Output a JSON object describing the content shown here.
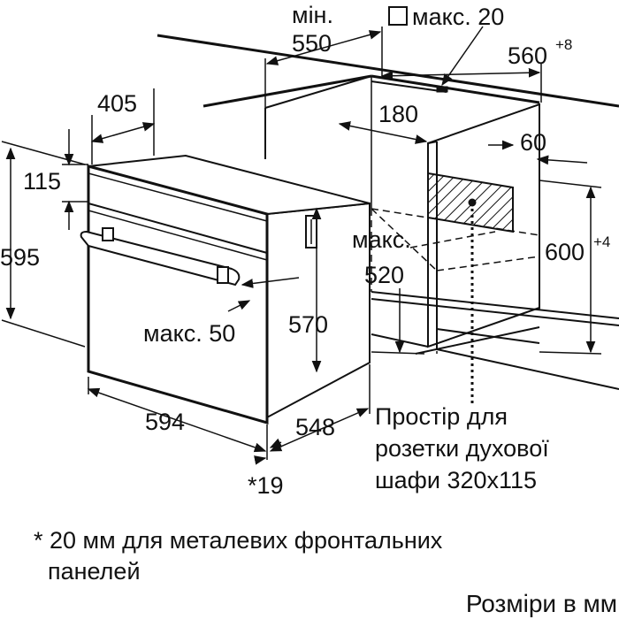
{
  "dimensions": {
    "min_label": "мін.",
    "depth_niche": "550",
    "max_label": "макс. 20",
    "width_niche": "560",
    "width_niche_tol": "+8",
    "top_depth": "405",
    "gap_top": "180",
    "gap_side": "60",
    "handle_height": "115",
    "total_height": "595",
    "niche_height": "600",
    "niche_height_tol": "+4",
    "max_depth_label": "макс.",
    "max_depth": "520",
    "max_gap": "макс. 50",
    "body_height": "570",
    "front_width": "594",
    "body_depth": "548",
    "front_thickness": "*19"
  },
  "socket_note": [
    "Простір для",
    "розетки духової",
    "шафи 320x115"
  ],
  "footnote": [
    "* 20 мм для металевих фронтальних",
    "панелей"
  ],
  "units": "Розміри в мм",
  "colors": {
    "line": "#111111",
    "background": "#ffffff"
  }
}
